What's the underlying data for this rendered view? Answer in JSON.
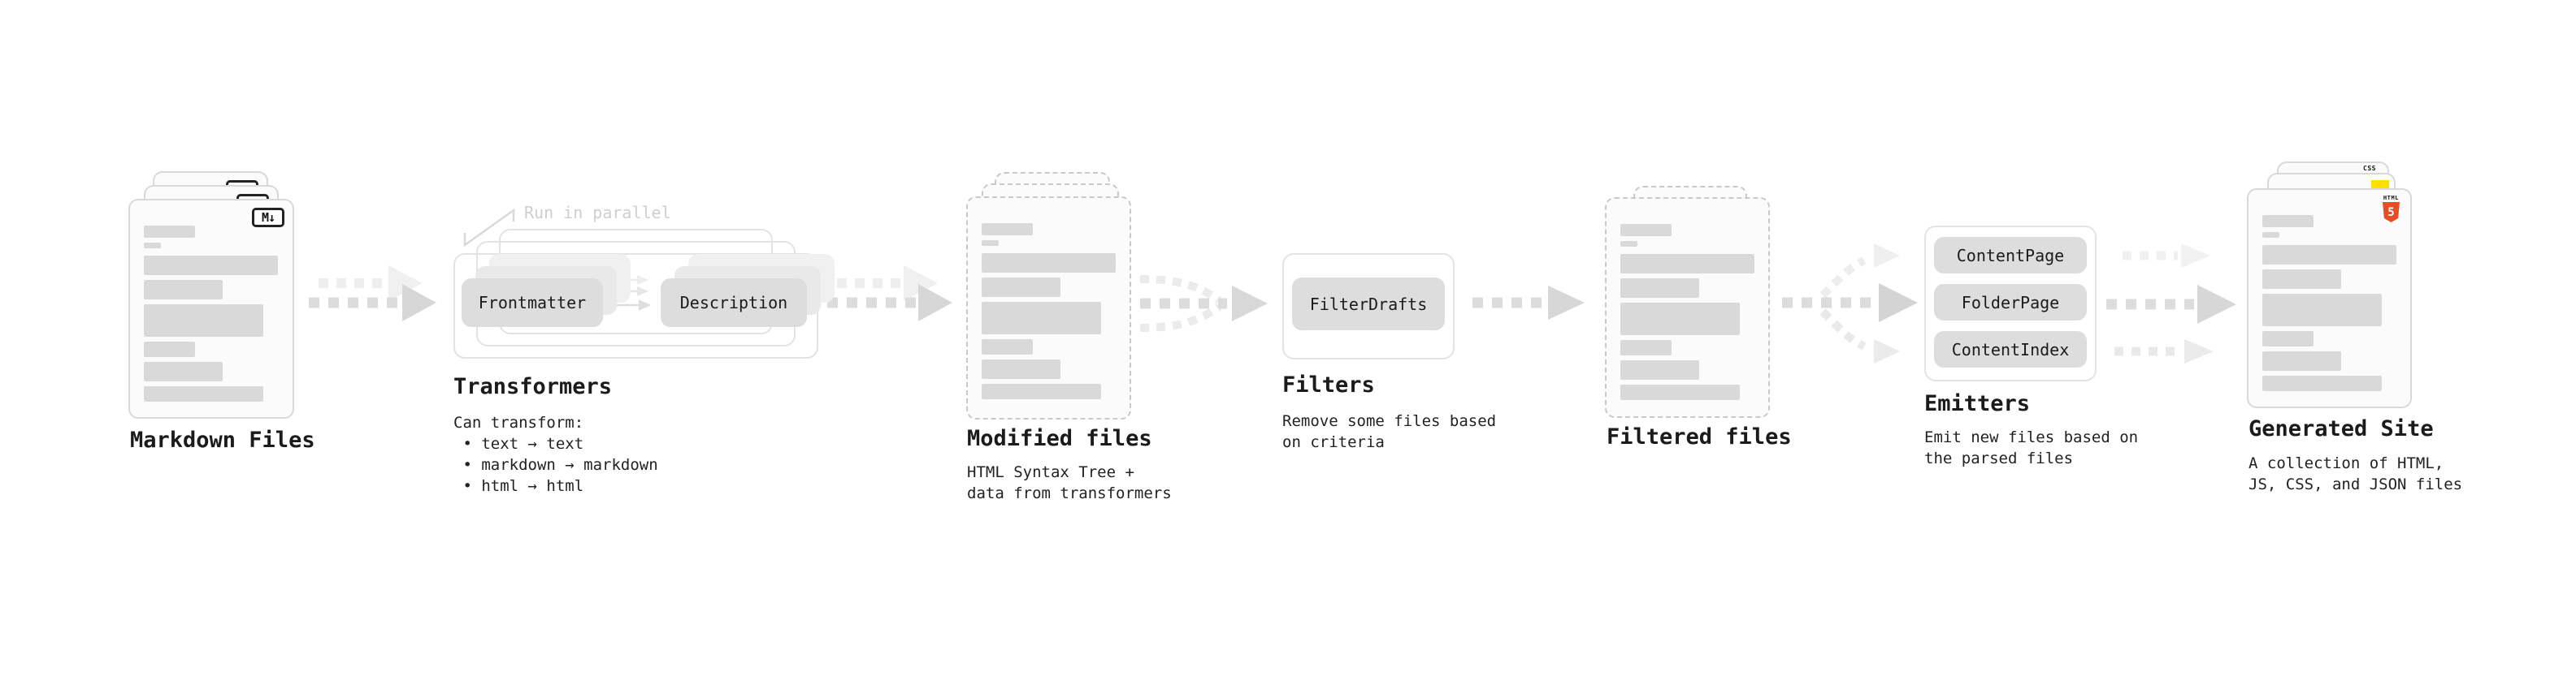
{
  "markdown": {
    "title": "Markdown Files"
  },
  "transformers": {
    "title": "Transformers",
    "note": "Run in parallel",
    "box1": "Frontmatter",
    "box2": "Description",
    "desc": "Can transform:\n • text → text\n • markdown → markdown\n • html → html"
  },
  "modified": {
    "title": "Modified files",
    "desc": "HTML Syntax Tree +\ndata from transformers"
  },
  "filters": {
    "title": "Filters",
    "box1": "FilterDrafts",
    "desc": "Remove some files based\non criteria"
  },
  "filtered": {
    "title": "Filtered files"
  },
  "emitters": {
    "title": "Emitters",
    "box1": "ContentPage",
    "box2": "FolderPage",
    "box3": "ContentIndex",
    "desc": "Emit new files based on\nthe parsed files"
  },
  "generated": {
    "title": "Generated Site",
    "desc": "A collection of HTML,\nJS, CSS, and JSON files"
  },
  "badges": {
    "markdown": "M↓",
    "html5_label": "HTML",
    "html5_digit": "5",
    "css_label": "CSS"
  },
  "colors": {
    "html5_orange": "#e44d26",
    "js_yellow": "#ffdf00",
    "css_blue": "#2f62de"
  }
}
